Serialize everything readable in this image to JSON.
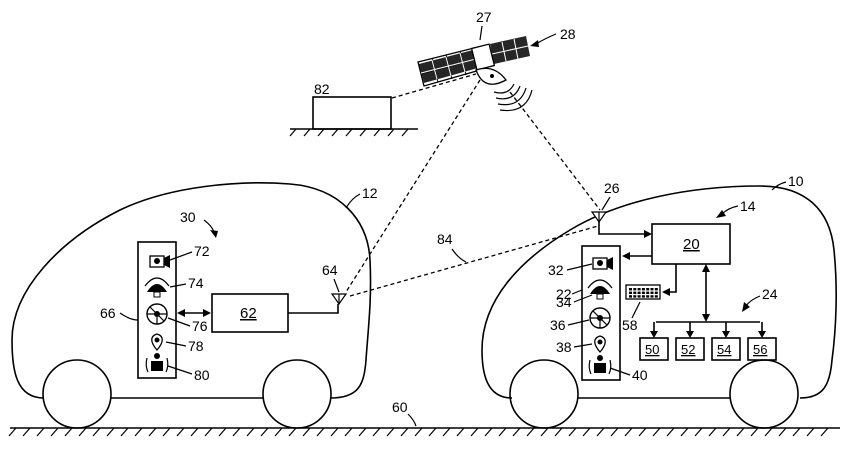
{
  "labels": {
    "satellite": "27",
    "satellite_arrow": "28",
    "remote_facility": "82",
    "vehicle_left": "12",
    "vehicle_right": "10",
    "left_hmi": "30",
    "right_hmi": "14",
    "right_bus": "24",
    "ground": "60",
    "link": "84",
    "antenna_right": "26",
    "antenna_left": "64",
    "left_panel": "66",
    "left_icon_camera": "72",
    "left_icon_sensor": "74",
    "left_icon_wheel": "76",
    "left_icon_pin": "78",
    "left_icon_person": "80",
    "right_panel": "22",
    "right_icon_camera": "32",
    "right_icon_sensor": "34",
    "right_icon_wheel": "36",
    "right_icon_pin": "38",
    "right_icon_person": "40",
    "keyboard": "58"
  },
  "boxes": {
    "module_left": "62",
    "controller": "20",
    "sub_50": "50",
    "sub_52": "52",
    "sub_54": "54",
    "sub_56": "56"
  },
  "icons": [
    "satellite-icon",
    "camera-icon",
    "sensor-icon",
    "steering-wheel-icon",
    "location-pin-icon",
    "person-icon",
    "keyboard-icon",
    "antenna-icon"
  ]
}
